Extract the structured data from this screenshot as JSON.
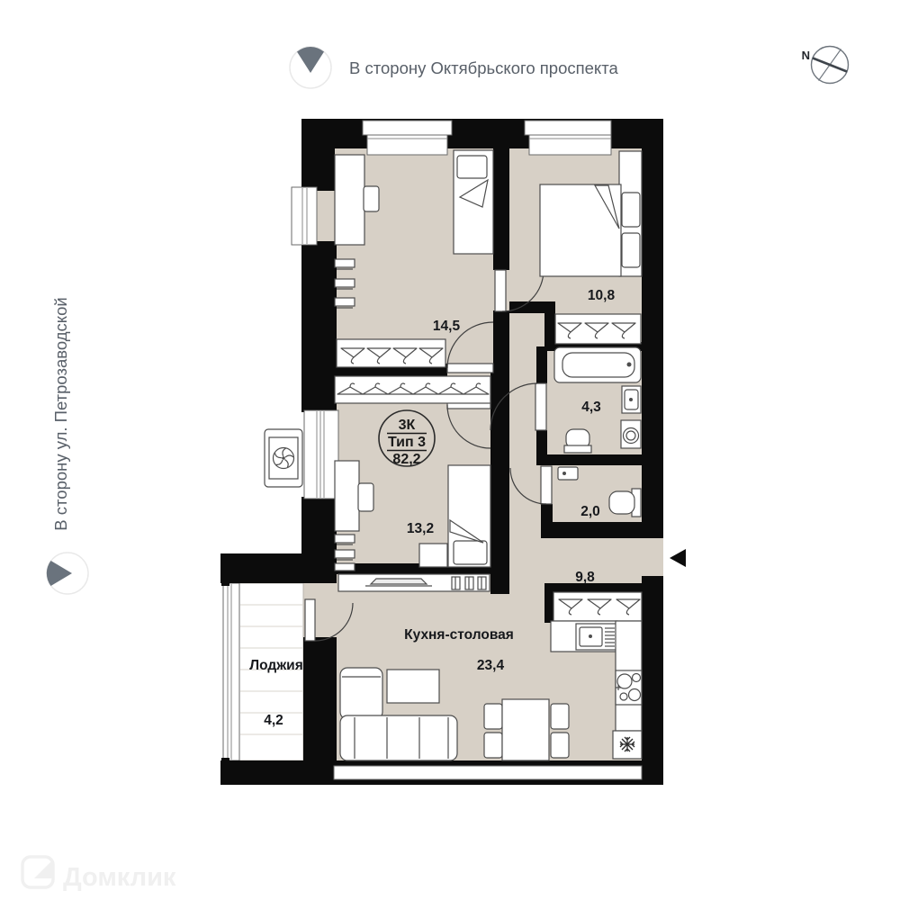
{
  "colors": {
    "wall": "#0c0c0c",
    "floor": "#d7d0c6",
    "fixture_stroke": "#4d4d4d",
    "label": "#16181c",
    "direction_text": "#585f68",
    "direction_wedge": "#6a737d",
    "compass_stroke": "#6e757d",
    "watermark": "#f0f0f0"
  },
  "directions": {
    "top": {
      "label": "В сторону Октябрьского проспекта"
    },
    "left": {
      "label": "В сторону ул. Петрозаводской"
    }
  },
  "compass": {
    "label": "N"
  },
  "stamp": {
    "rooms": "3К",
    "type": "Тип 3",
    "area": "82,2"
  },
  "rooms": {
    "bedroom1": {
      "area": "14,5"
    },
    "bedroom2": {
      "area": "10,8"
    },
    "bathroom": {
      "area": "4,3"
    },
    "wc": {
      "area": "2,0"
    },
    "bedroom3": {
      "area": "13,2"
    },
    "hall": {
      "area": "9,8"
    },
    "kitchen": {
      "label": "Кухня-столовая",
      "area": "23,4"
    },
    "loggia": {
      "label": "Лоджия",
      "area": "4,2"
    }
  },
  "watermark": {
    "brand": "Домклик"
  }
}
